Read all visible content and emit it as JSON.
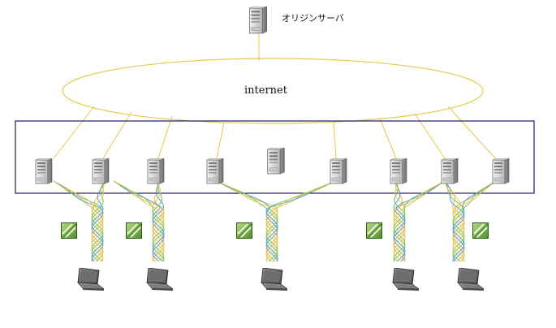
{
  "origin_server": {
    "label": "オリジンサーバ",
    "icon": "server-tower-icon"
  },
  "cloud": {
    "label": "internet",
    "stroke_color": "#e8c84a"
  },
  "cache_cluster": {
    "frame_color": "#1a1a6e",
    "server_count": 9,
    "connected_server_indices": [
      0,
      1,
      2,
      3,
      5,
      6,
      7,
      8
    ],
    "icon": "server-tower-icon"
  },
  "links": {
    "colors": [
      "#e8b030",
      "#3d8fd6",
      "#6cbf4a",
      "#d9c44a"
    ]
  },
  "filters": {
    "count": 5,
    "icon": "green-filter-icon"
  },
  "clients": {
    "count": 5,
    "icon": "laptop-icon"
  }
}
